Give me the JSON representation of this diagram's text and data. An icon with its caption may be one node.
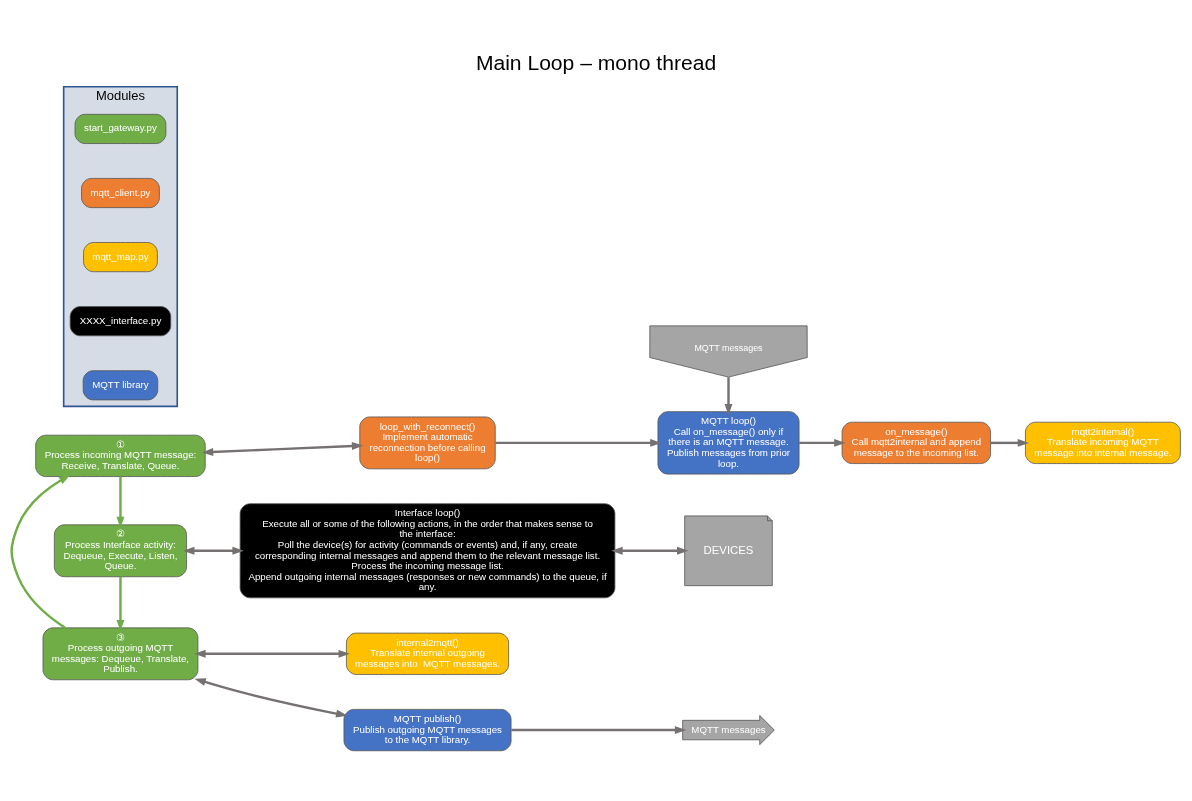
{
  "diagram": {
    "title": "Main Loop – mono thread",
    "nodes": [
      {
        "text": [
          "①",
          "Process incoming MQTT message: Receive, Translate, Queue."
        ]
      },
      {
        "text": [
          "②",
          "Process Interface activity: Dequeue, Execute, Listen, Queue."
        ]
      },
      {
        "text": [
          "③",
          "Process outgoing MQTT messages: Dequeue, Translate, Publish."
        ]
      },
      {
        "text": [
          "loop_with_reconnect()",
          "Implement automatic reconnection before calling loop()"
        ]
      },
      {
        "text": [
          "MQTT loop()",
          "Call on_message() only if there is an MQTT message. Publish messages from prior loop."
        ]
      },
      {
        "text": [
          "MQTT messages"
        ]
      },
      {
        "text": [
          "on_message()",
          "Call mqtt2internal and append message to the incoming list."
        ]
      },
      {
        "text": [
          "mqtt2internal()",
          "Translate incoming MQTT message into internal message."
        ]
      },
      {
        "text": [
          "Interface loop()",
          "Execute all or some of the following actions, in the order that makes sense to the interface:",
          "Poll the device(s) for activity (commands or events) and, if any, create corresponding internal messages and append them to the relevant message list.",
          "Process the incoming message list.",
          "Append outgoing internal messages (responses or new commands) to the queue, if any."
        ]
      },
      {
        "text": [
          "DEVICES"
        ]
      },
      {
        "text": [
          "internal2mqtt()",
          "Translate internal outgoing messages into  MQTT messages."
        ]
      },
      {
        "text": [
          "MQTT publish()",
          "Publish outgoing MQTT messages to the MQTT library."
        ]
      },
      {
        "text": [
          "MQTT messages"
        ]
      },
      {
        "text": [
          "Modules"
        ]
      },
      {
        "text": [
          "start_gateway.py"
        ],
        "in": 13
      },
      {
        "text": [
          "mqtt_client.py"
        ],
        "in": 13
      },
      {
        "text": [
          "mqtt_map.py"
        ],
        "in": 13
      },
      {
        "text": [
          "XXXX_interface.py"
        ],
        "in": 13
      },
      {
        "text": [
          "MQTT library"
        ],
        "in": 13
      }
    ],
    "edges": [
      {
        "from": 0,
        "to": 1,
        "arrow": "to",
        "color": "#70ad47"
      },
      {
        "from": 1,
        "to": 2,
        "arrow": "to",
        "color": "#70ad47"
      },
      {
        "from": 2,
        "to": 0,
        "arrow": "to",
        "color": "#70ad47"
      },
      {
        "from": 0,
        "to": 3,
        "arrow": "both"
      },
      {
        "from": 3,
        "to": 4,
        "arrow": "to"
      },
      {
        "from": 5,
        "to": 4,
        "arrow": "to"
      },
      {
        "from": 4,
        "to": 6,
        "arrow": "to"
      },
      {
        "from": 6,
        "to": 7,
        "arrow": "to"
      },
      {
        "from": 1,
        "to": 8,
        "arrow": "both"
      },
      {
        "from": 8,
        "to": 9,
        "arrow": "both"
      },
      {
        "from": 2,
        "to": 10,
        "arrow": "both"
      },
      {
        "from": 2,
        "to": 11,
        "arrow": "both"
      },
      {
        "from": 11,
        "to": 12,
        "arrow": "to"
      }
    ]
  }
}
